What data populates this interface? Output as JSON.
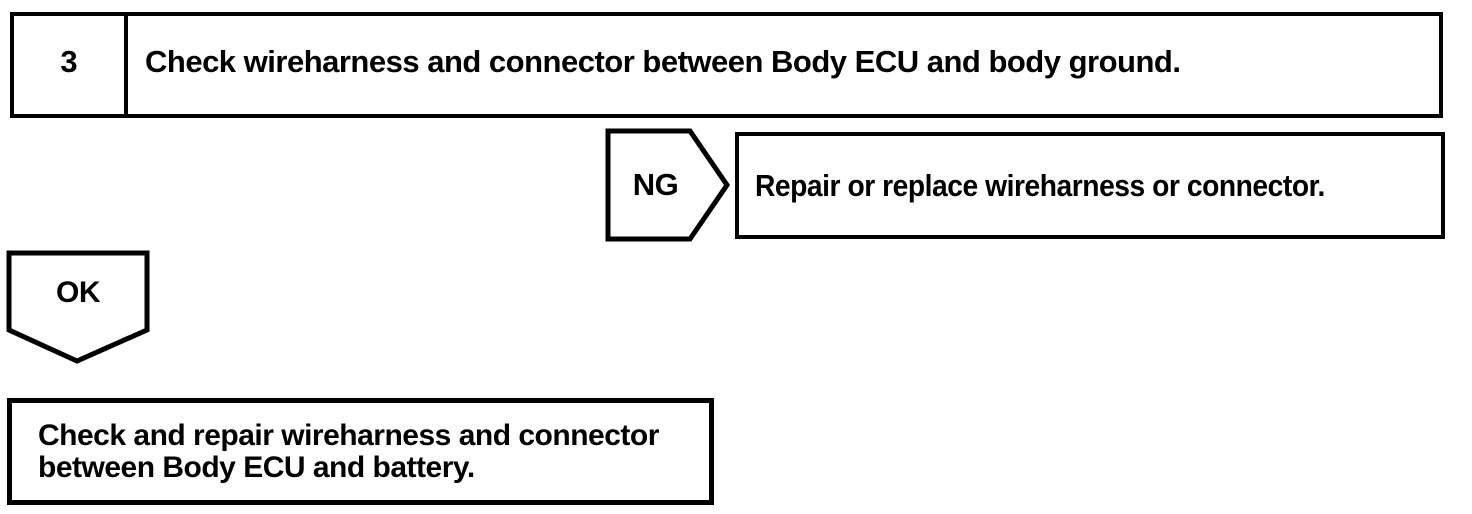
{
  "page": {
    "background_color": "#ffffff",
    "ink_color": "#000000"
  },
  "flowchart": {
    "step": {
      "number": "3",
      "instruction": "Check wireharness and connector between Body ECU and body ground."
    },
    "ng_branch": {
      "label": "NG",
      "action": "Repair or replace wireharness or connector."
    },
    "ok_branch": {
      "label": "OK"
    },
    "result": {
      "line1": "Check and repair wireharness and connector",
      "line2": "between Body ECU and battery."
    }
  }
}
